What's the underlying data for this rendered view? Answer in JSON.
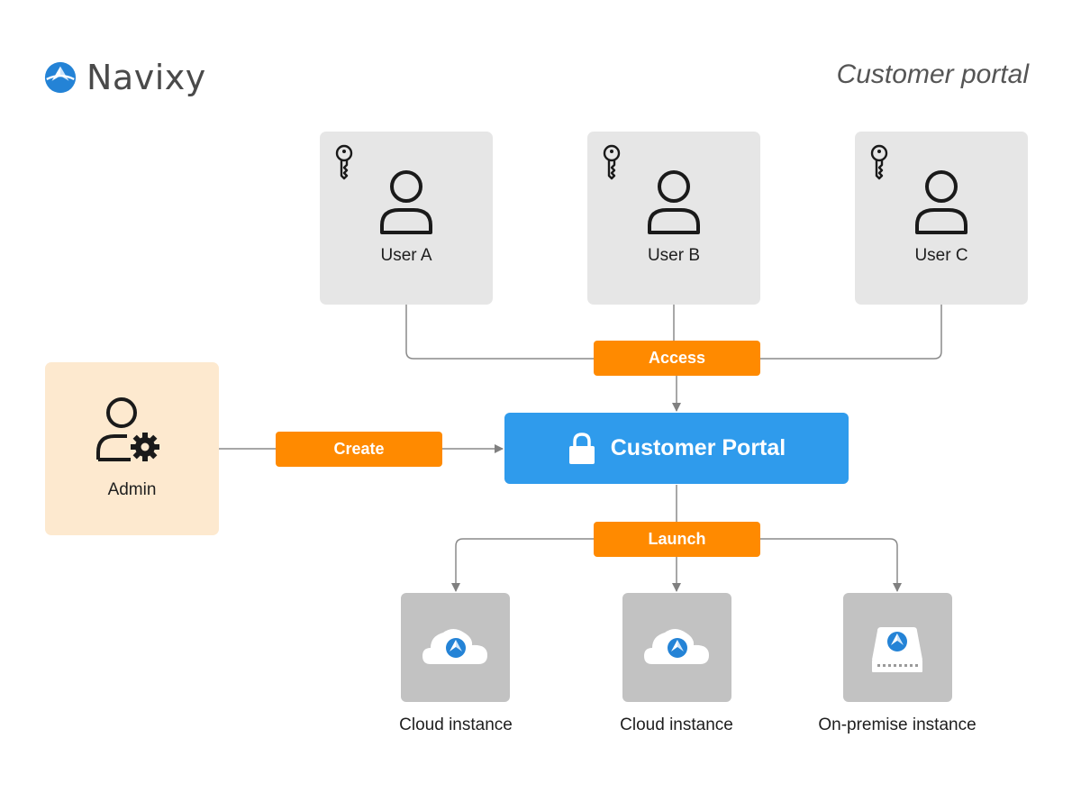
{
  "brand": {
    "name": "Navixy"
  },
  "page": {
    "title": "Customer portal"
  },
  "users": [
    {
      "label": "User A"
    },
    {
      "label": "User B"
    },
    {
      "label": "User C"
    }
  ],
  "admin": {
    "label": "Admin"
  },
  "actions": {
    "access": "Access",
    "create": "Create",
    "launch": "Launch"
  },
  "portal": {
    "title": "Customer Portal"
  },
  "instances": [
    {
      "label": "Cloud instance",
      "icon": "cloud-icon"
    },
    {
      "label": "Cloud instance",
      "icon": "cloud-icon"
    },
    {
      "label": "On-premise instance",
      "icon": "server-icon"
    }
  ],
  "colors": {
    "accent_orange": "#ff8a00",
    "portal_blue": "#2f9bec",
    "user_card": "#e6e6e6",
    "admin_card": "#fde9cf",
    "instance_card": "#c2c2c2",
    "connector": "#8a8a8a"
  }
}
